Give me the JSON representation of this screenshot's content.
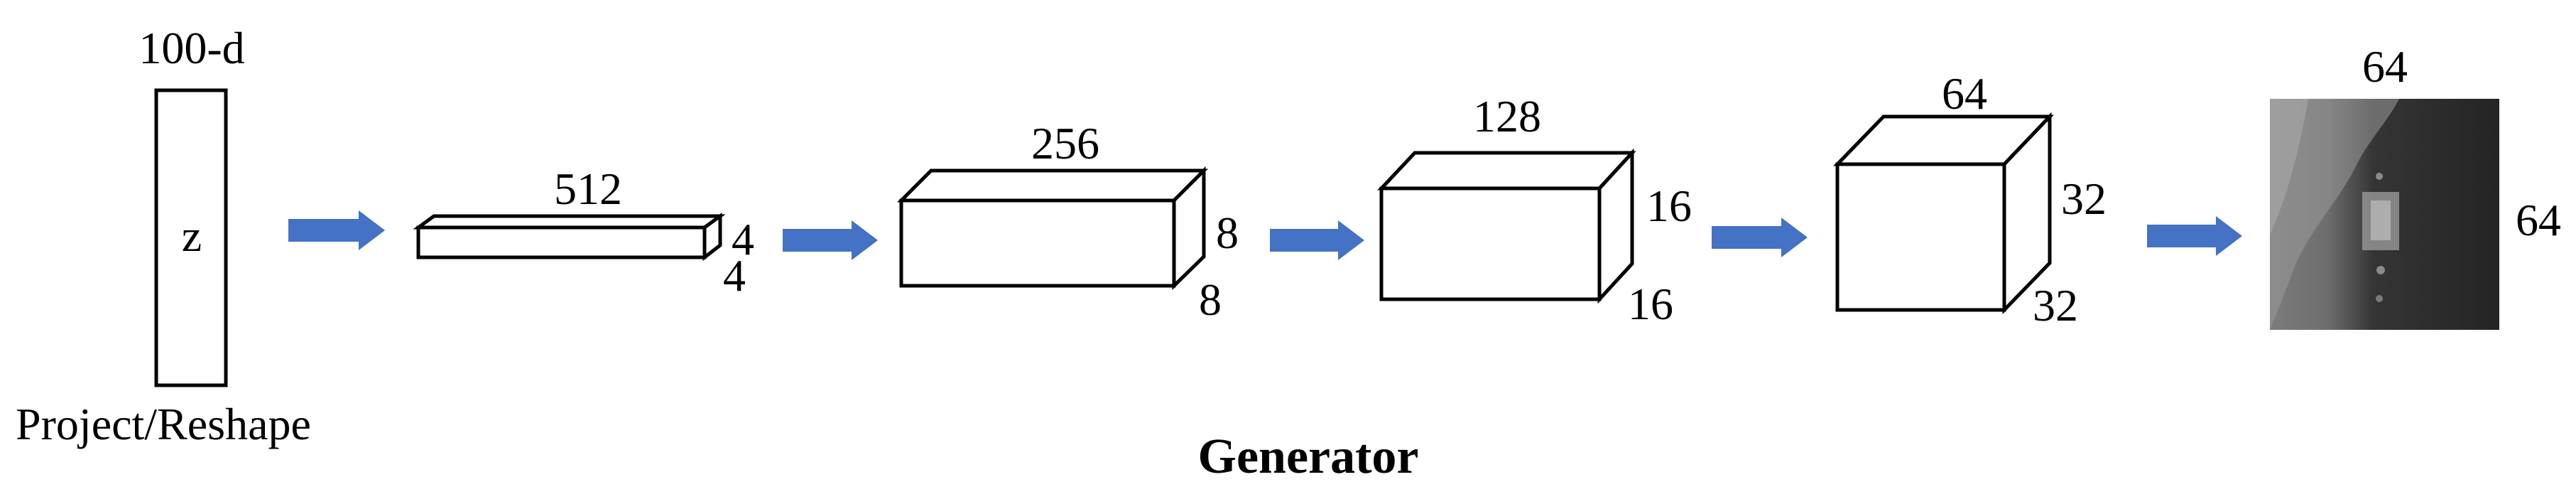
{
  "diagram": {
    "title": "Generator",
    "input": {
      "top_label": "100-d",
      "inner_label": "z",
      "bottom_label": "Project/Reshape"
    },
    "blocks": [
      {
        "depth": "512",
        "height": "4",
        "width": "4"
      },
      {
        "depth": "256",
        "height": "8",
        "width": "8"
      },
      {
        "depth": "128",
        "height": "16",
        "width": "16"
      },
      {
        "depth": "64",
        "height": "32",
        "width": "32"
      }
    ],
    "output": {
      "top_label": "64",
      "side_label": "64"
    },
    "colors": {
      "arrow": "#4472C4",
      "stroke": "#000000"
    }
  }
}
